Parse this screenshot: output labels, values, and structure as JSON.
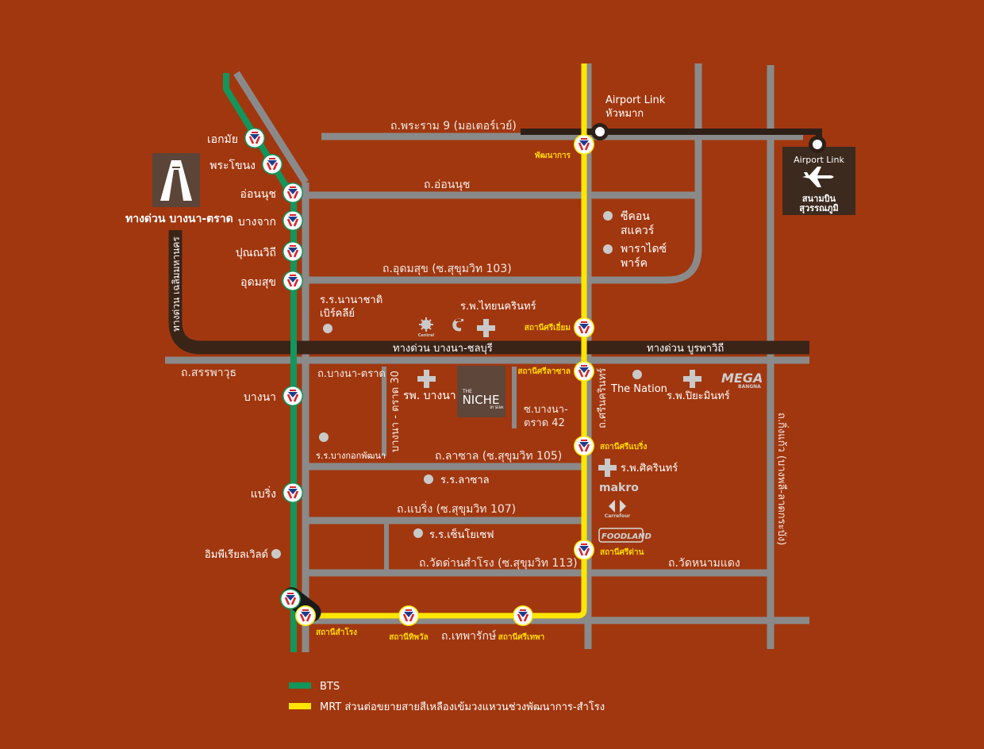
{
  "colors": {
    "background": "#A1370F",
    "road": "#8A8A8A",
    "expressway": "#3A2418",
    "bts_line": "#13955B",
    "mrt_yellow_line": "#FFE600",
    "airport_link": "#2E2018",
    "label_text": "#FFFFFF",
    "station_label_yellow": "#FFD800"
  },
  "roads": {
    "rama9": "ถ.พระราม 9 (มอเตอร์เวย์)",
    "on_nut": "ถ.อ่อนนุช",
    "udomsuk": "ถ.อุดมสุข (ซ.สุขุมวิท 103)",
    "sanphawut": "ถ.สรรพาวุธ",
    "bangna_trat": "ถ.บางนา-ตราด",
    "bangna_trat_30": "บางนา - ตราด 30",
    "lasalle": "ถ.ลาซาล (ซ.สุขุมวิท 105)",
    "bearing": "ถ.แบริ่ง (ซ.สุขุมวิท 107)",
    "wat_dan_samrong": "ถ.วัดด่านสำโรง (ซ.สุขุมวิท 113)",
    "theparak": "ถ.เทพารักษ์",
    "wat_nam_daeng": "ถ.วัดหนามแดง",
    "srinakarin": "ถ.ศรีนครินทร์",
    "king_kaew": "ถ.กิ่งแก้ว (บางพลี-ลาดกระบัง)",
    "soi_bangna_trat_42": [
      "ซ.บางนา-",
      "ตราด 42"
    ]
  },
  "expressways": {
    "bangna_chonburi": "ทางด่วน บางนา-ชลบุรี",
    "burapha_withi": "ทางด่วน บูรพาวิถี",
    "chaloem_mahanakhon": "ทางด่วน เฉลิมมหานคร",
    "bangna_trat_sign": "ทางด่วน บางนา-ตราด"
  },
  "bts_stations": [
    "เอกมัย",
    "พระโขนง",
    "อ่อนนุช",
    "บางจาก",
    "ปุณณวิถี",
    "อุดมสุข",
    "บางนา",
    "แบริ่ง"
  ],
  "mrt_stations": {
    "phatthanakan": "พัฒนาการ",
    "si_iam": "สถานีศรีเอี่ยม",
    "si_la_salle": "สถานีศรีลาซาล",
    "si_bearing": "สถานีศรีแบริ่ง",
    "si_dan": "สถานีศรีด่าน",
    "samrong": "สถานีสำโรง",
    "thipphawan": "สถานีทิพวัล",
    "si_thepha": "สถานีศรีเทพา"
  },
  "airport_link": {
    "hua_mak": [
      "Airport Link",
      "หัวหมาก"
    ],
    "box_title": "Airport Link",
    "box_sub": [
      "สนามบิน",
      "สุวรรณภูมิ"
    ]
  },
  "landmarks": {
    "seacon": [
      "ซีคอน",
      "สแควร์"
    ],
    "paradise": [
      "พาราไดซ์",
      "พาร์ค"
    ],
    "ris": [
      "ร.ร.นานาชาติ",
      "เบิร์คลีย์"
    ],
    "thainakarin": "ร.พ.ไทยนครินทร์",
    "bangna_hospital": "รพ. บางนา",
    "bangkok_patana": "ร.ร.บางกอกพัฒนา",
    "lasalle_school": "ร.ร.ลาซาล",
    "st_joseph": "ร.ร.เซ็นโยเซฟ",
    "imperial": "อิมพีเรียลเวิลด์",
    "the_nation": "The Nation",
    "piyamin": "ร.พ.ปิยะมินทร์",
    "sikarin": "ร.พ.ศิครินทร์",
    "mega": "MEGA",
    "mega_sub": "BANGNA",
    "makro": "makro",
    "carrefour": "Carrefour",
    "foodland": "FOODLAND",
    "niche_the": "THE",
    "niche": "NICHE",
    "niche_sub": "BY SENA",
    "central": "Central"
  },
  "legend": [
    {
      "label": "BTS",
      "color": "#13955B"
    },
    {
      "label": "MRT ส่วนต่อขยายสายสีเหลืองเข้มวงแหวนช่วงพัฒนาการ-สำโรง",
      "color": "#FFE600"
    }
  ]
}
